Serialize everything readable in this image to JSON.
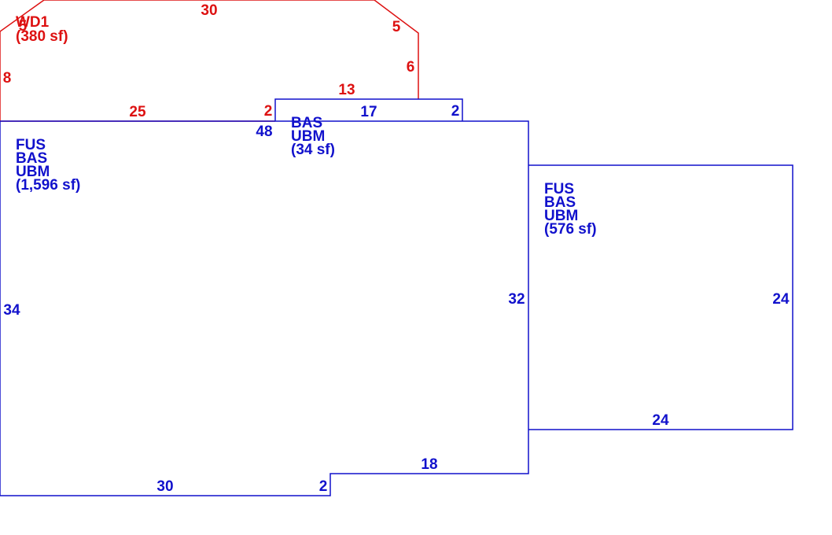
{
  "colors": {
    "deck": "#dd1111",
    "house": "#1111cc",
    "background": "#ffffff"
  },
  "areas": [
    {
      "id": "wd1",
      "lines": [
        "WD1",
        "(380 sf)"
      ]
    },
    {
      "id": "main",
      "lines": [
        "FUS",
        "BAS",
        "UBM",
        "(1,596 sf)"
      ]
    },
    {
      "id": "bump",
      "lines": [
        "BAS",
        "UBM",
        "(34 sf)"
      ]
    },
    {
      "id": "right",
      "lines": [
        "FUS",
        "BAS",
        "UBM",
        "(576 sf)"
      ]
    }
  ],
  "dimensions": {
    "deck": [
      "30",
      "5",
      "6",
      "13",
      "25",
      "2",
      "8",
      "5"
    ],
    "house": [
      "48",
      "17",
      "2",
      "32",
      "24",
      "24",
      "18",
      "2",
      "30",
      "34"
    ]
  }
}
